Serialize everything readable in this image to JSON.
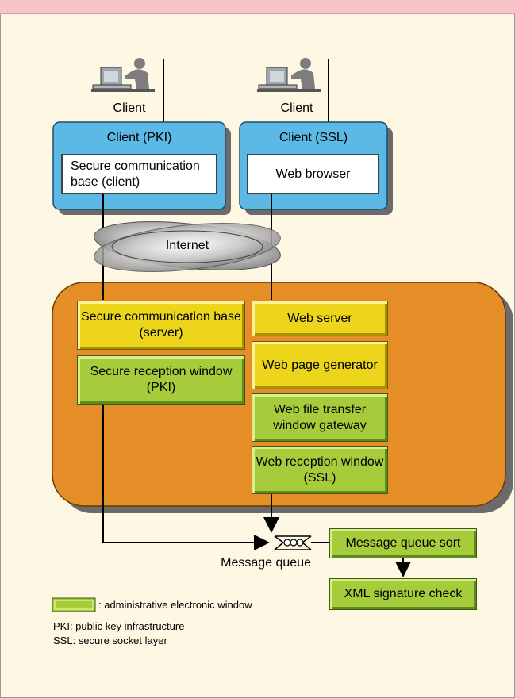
{
  "clients": {
    "left_label": "Client",
    "right_label": "Client"
  },
  "client_pki": {
    "title": "Client (PKI)",
    "inner": "Secure communication base (client)"
  },
  "client_ssl": {
    "title": "Client (SSL)",
    "inner": "Web browser"
  },
  "network": {
    "label": "Internet"
  },
  "server": {
    "left": {
      "comm_base": "Secure communication base (server)",
      "reception": "Secure reception window (PKI)"
    },
    "right": {
      "web_server": "Web server",
      "page_generator": "Web page generator",
      "file_transfer": "Web file transfer window gateway",
      "reception": "Web reception window (SSL)"
    }
  },
  "queue": {
    "label": "Message queue",
    "sort": "Message queue sort",
    "check": "XML signature check"
  },
  "legend": {
    "window": ": administrative electronic window",
    "pki": "PKI: public key infrastructure",
    "ssl": "SSL: secure socket layer"
  },
  "colors": {
    "client_box": "#5cb8e4",
    "server_area": "#e58e28",
    "yellow_box": "#ecd51b",
    "green_box": "#a6cc3c",
    "background": "#fdf7e4"
  }
}
